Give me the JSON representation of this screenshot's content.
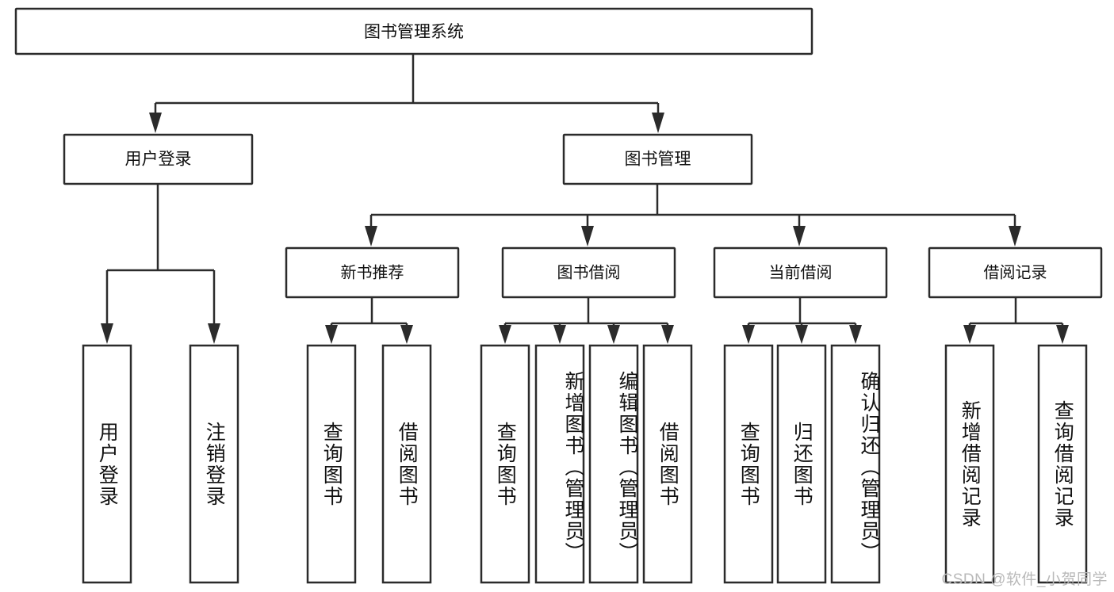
{
  "diagram": {
    "title": "图书管理系统",
    "type": "tree-hierarchy-diagram",
    "watermark": "CSDN @软件_小贺同学",
    "colors": {
      "box_stroke": "#2b2b2b",
      "box_fill": "#ffffff",
      "text": "#111111",
      "background": "#ffffff",
      "watermark": "#b9b9b9"
    },
    "root": {
      "label": "图书管理系统"
    },
    "level2": [
      {
        "label": "用户登录"
      },
      {
        "label": "图书管理"
      }
    ],
    "level3": [
      {
        "label": "新书推荐"
      },
      {
        "label": "图书借阅"
      },
      {
        "label": "当前借阅"
      },
      {
        "label": "借阅记录"
      }
    ],
    "leaves": {
      "user_login": [
        {
          "label": "用户登录"
        },
        {
          "label": "注销登录"
        }
      ],
      "new_book_recommend": [
        {
          "label": "查询图书"
        },
        {
          "label": "借阅图书"
        }
      ],
      "book_borrow": [
        {
          "label": "查询图书"
        },
        {
          "label": "新增图书（管理员）"
        },
        {
          "label": "编辑图书（管理员）"
        },
        {
          "label": "借阅图书"
        }
      ],
      "current_borrow": [
        {
          "label": "查询图书"
        },
        {
          "label": "归还图书"
        },
        {
          "label": "确认归还（管理员）"
        }
      ],
      "borrow_record": [
        {
          "label": "新增借阅记录"
        },
        {
          "label": "查询借阅记录"
        }
      ]
    }
  }
}
